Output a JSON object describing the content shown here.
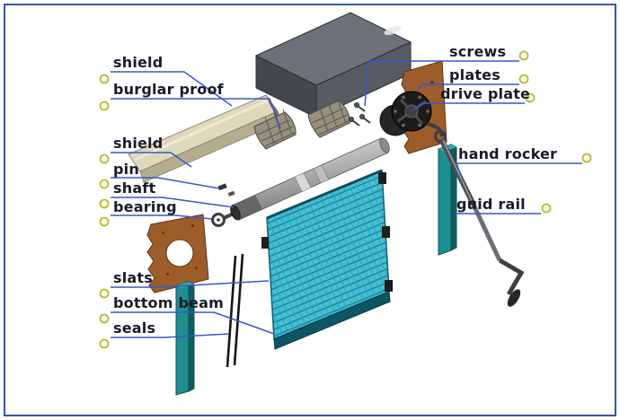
{
  "labels": {
    "left": [
      {
        "text": "shield"
      },
      {
        "text": "burglar proof"
      },
      {
        "text": "shield"
      },
      {
        "text": "pin"
      },
      {
        "text": "shaft"
      },
      {
        "text": "bearing"
      },
      {
        "text": "slats"
      },
      {
        "text": "bottom beam"
      },
      {
        "text": "seals"
      }
    ],
    "right": [
      {
        "text": "screws"
      },
      {
        "text": "plates"
      },
      {
        "text": "drive plate"
      },
      {
        "text": "hand rocker"
      },
      {
        "text": "guid rail"
      }
    ]
  },
  "colors": {
    "frame_border": "#3457a7",
    "leader_line": "#3a55cc",
    "marker_ring": "#b9b92e",
    "label_text": "#1a1a2e",
    "curtain_teal": "#45bfd4",
    "guide_rail_teal": "#1f8e90",
    "plate_brown": "#9c5d2a",
    "hood_gray": "#6d7278",
    "shield_beige": "#ded9bc",
    "shaft_gray": "#b9b9b9"
  }
}
